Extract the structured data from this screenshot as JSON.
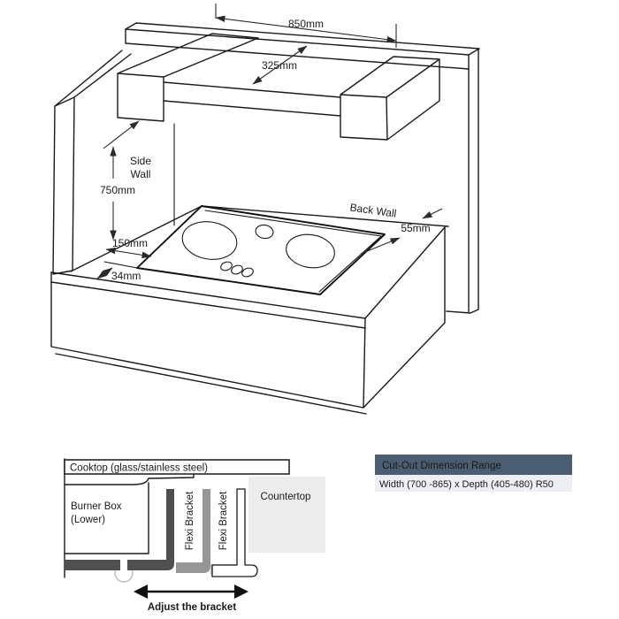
{
  "iso_diagram": {
    "dim_850": "850mm",
    "dim_325": "325mm",
    "dim_750": "750mm",
    "dim_150": "150mm",
    "dim_34": "34mm",
    "dim_55": "55mm",
    "side_wall_line1": "Side",
    "side_wall_line2": "Wall",
    "back_wall": "Back Wall"
  },
  "cross_section": {
    "cooktop": "Cooktop (glass/stainless steel)",
    "burner_box_line1": "Burner Box",
    "burner_box_line2": "(Lower)",
    "flexi_1": "Flexi Bracket",
    "flexi_2": "Flexi Bracket",
    "countertop": "Countertop",
    "adjust": "Adjust the bracket",
    "colors": {
      "dark_bracket": "#4f4f4f",
      "mid_bracket": "#969696",
      "light_bracket": "#c8c8c8",
      "countertop_bg": "#ececec",
      "screw_ring": "#c4c4c4"
    }
  },
  "spec_table": {
    "header": "Cut-Out Dimension Range",
    "row": "Width (700 -865) x Depth (405-480) R50",
    "colors": {
      "header_bg": "#4b5d73",
      "header_text": "#ffffff",
      "row_bg": "#edeff4",
      "row_text": "#1b1b1b"
    }
  }
}
